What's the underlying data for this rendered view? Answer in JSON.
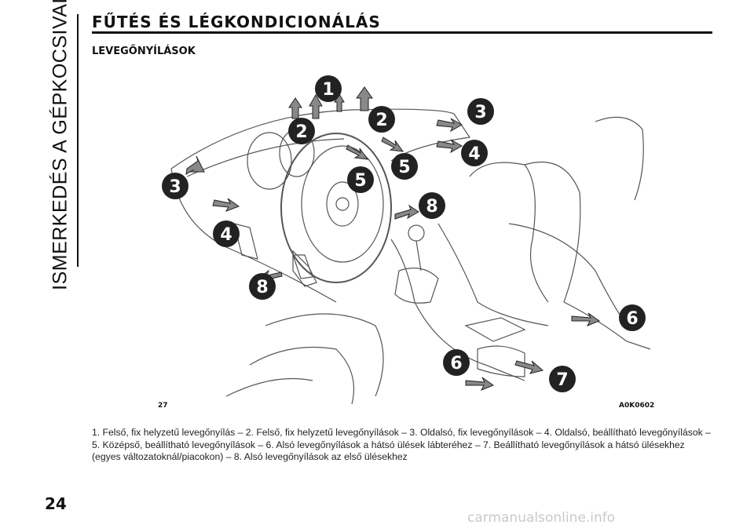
{
  "side_section": "ISMERKEDÉS A GÉPKOCSIVAL",
  "header": {
    "title": "FŰTÉS ÉS LÉGKONDICIONÁLÁS"
  },
  "section": {
    "title": "LEVEGŐNYÍLÁSOK"
  },
  "figure": {
    "number": "27",
    "code": "A0K0602",
    "callouts": [
      "1",
      "2",
      "2",
      "3",
      "3",
      "4",
      "4",
      "5",
      "5",
      "6",
      "6",
      "7",
      "8",
      "8"
    ]
  },
  "caption": "1. Felső, fix helyzetű levegőnyílás – 2. Felső, fix helyzetű levegőnyílások – 3. Oldalsó, fix levegőnyílások – 4. Oldalsó, beállítható levegőnyílások – 5. Középső, beállítható levegőnyílások – 6. Alsó levegőnyílások a hátsó ülések lábteréhez – 7. Beállítható levegőnyílások a hátsó ülésekhez (egyes változatoknál/piacokon) – 8. Alsó levegőnyílások az első ülésekhez",
  "page_number": "24",
  "watermark": "carmanualsonline.info"
}
